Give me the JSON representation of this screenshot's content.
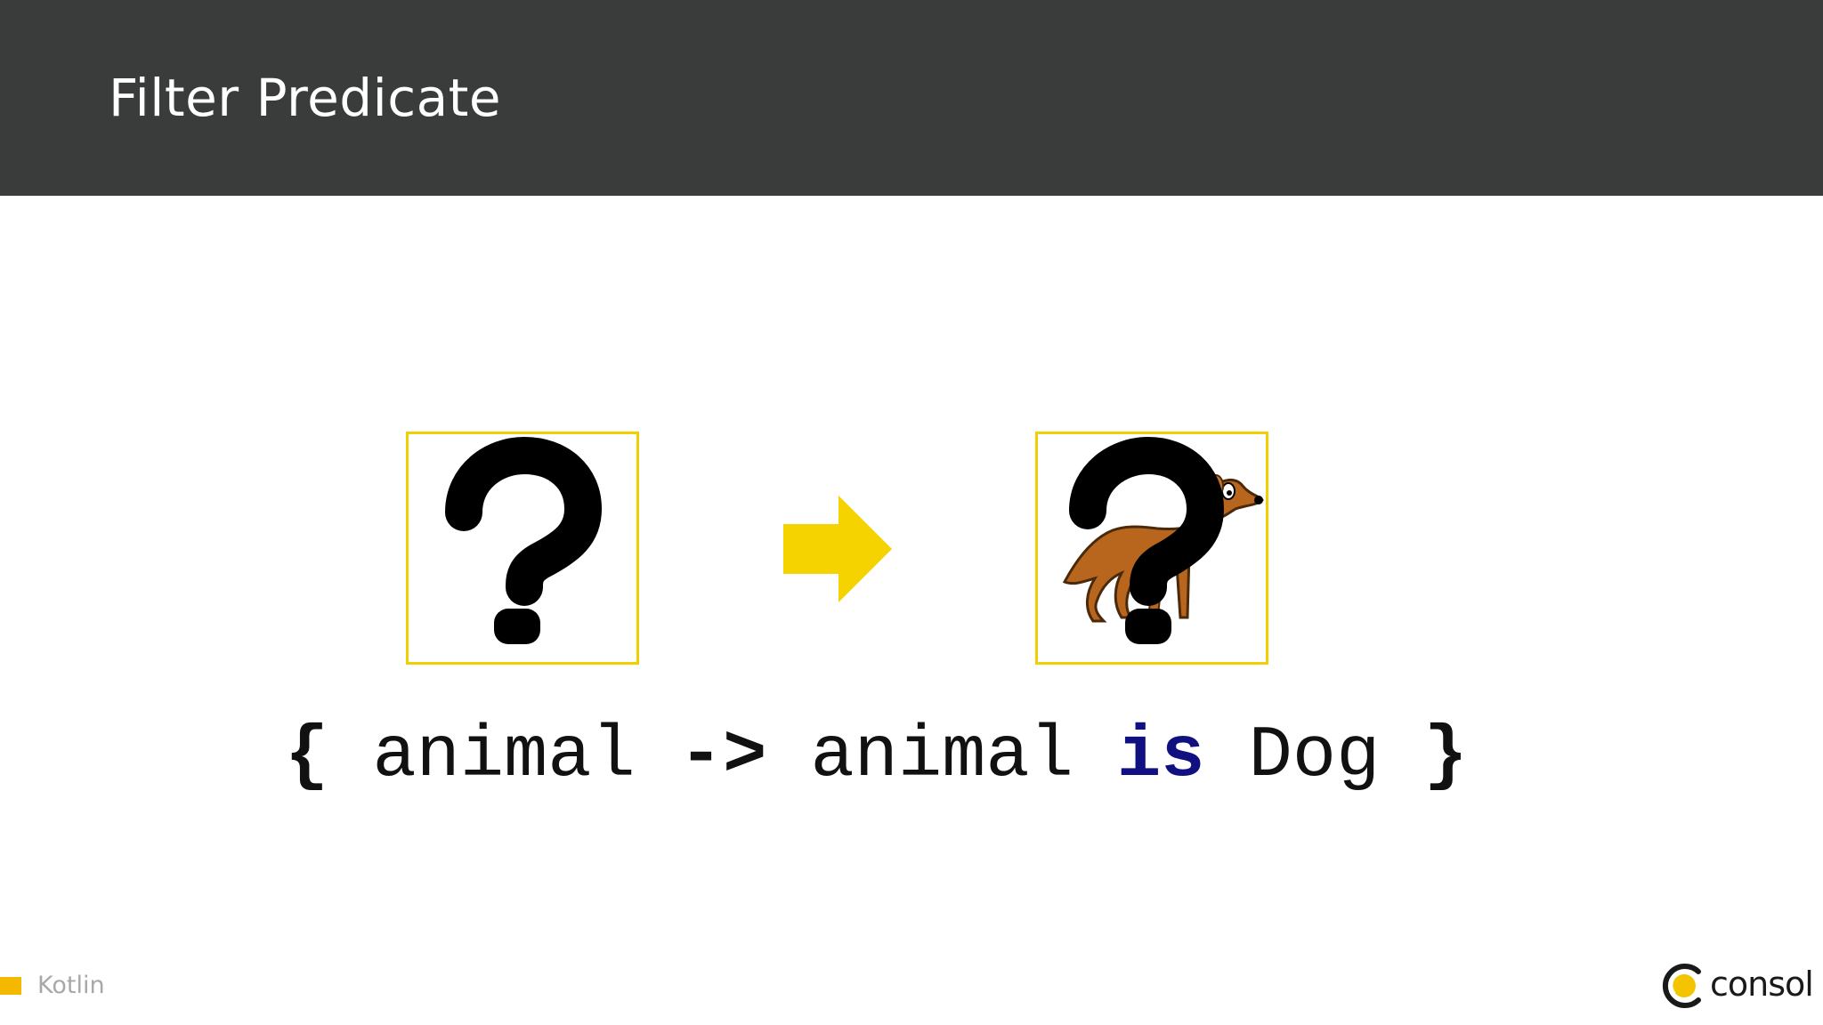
{
  "slide": {
    "title": "Filter Predicate"
  },
  "code": {
    "open_brace": "{",
    "param": "animal",
    "arrow": "->",
    "subject": "animal",
    "keyword": "is",
    "type_name": "Dog",
    "close_brace": "}"
  },
  "footer": {
    "section_label": "Kotlin"
  },
  "logo": {
    "text": "consol"
  },
  "colors": {
    "header_background": "#3a3c3b",
    "accent_yellow": "#f2cf00",
    "keyword_blue": "#101080",
    "footer_square": "#f5b800"
  },
  "icons": {
    "left_box": "question-mark-icon",
    "middle": "right-arrow-icon",
    "right_box": "dog-with-question-mark-icon"
  }
}
